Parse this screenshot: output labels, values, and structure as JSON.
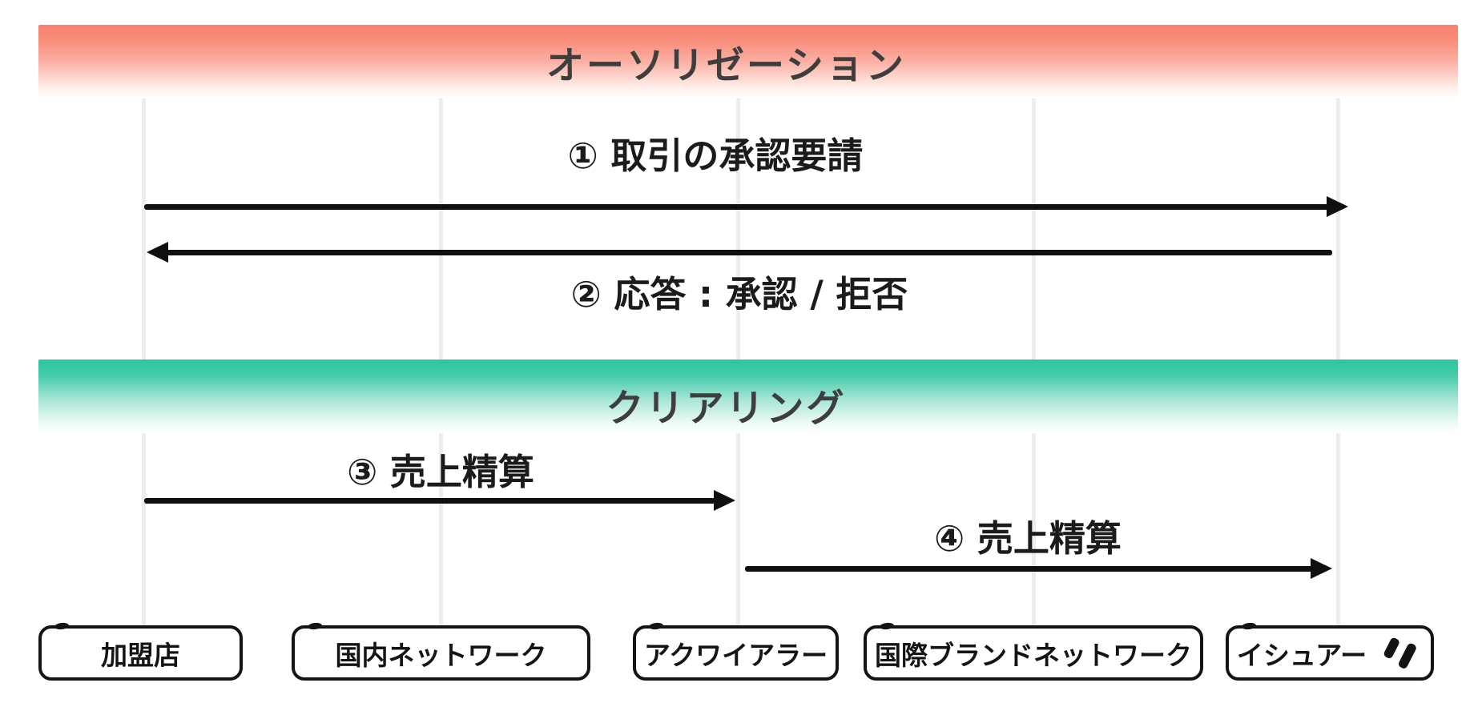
{
  "diagram": {
    "phases": [
      {
        "label": "オーソリゼーション",
        "accent_color": "#f8816e",
        "steps": [
          {
            "label": "① 取引の承認要請",
            "direction": "right"
          },
          {
            "label": "② 応答 : 承認 / 拒否",
            "direction": "left"
          }
        ]
      },
      {
        "label": "クリアリング",
        "accent_color": "#2dc5a1",
        "steps": [
          {
            "label": "③ 売上精算",
            "direction": "right"
          },
          {
            "label": "④ 売上精算",
            "direction": "right"
          }
        ]
      }
    ],
    "entities": [
      {
        "label": "加盟店"
      },
      {
        "label": "国内ネットワーク"
      },
      {
        "label": "アクワイアラー"
      },
      {
        "label": "国際ブランドネットワーク"
      },
      {
        "label": "イシュアー",
        "icon": "brand-mark-icon"
      }
    ],
    "colors": {
      "authorization_banner_top": "#f8816e",
      "clearing_banner_top": "#2dc5a1",
      "title_text": "#3e3e3e",
      "ink_black": "#141414",
      "lifeline_gray": "#ededed"
    }
  }
}
